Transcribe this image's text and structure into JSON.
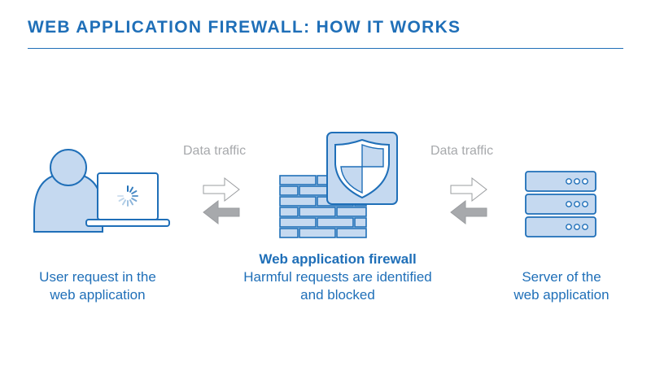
{
  "title": "WEB APPLICATION FIREWALL: HOW IT WORKS",
  "colors": {
    "accent": "#1f6fb8",
    "fill": "#c5d9f0",
    "gray": "#a7a9ac",
    "gray_dark": "#9a9c9f"
  },
  "traffic": {
    "left_label": "Data traffic",
    "right_label": "Data traffic"
  },
  "nodes": {
    "user": {
      "line1": "User request in the",
      "line2": "web application",
      "icons": [
        "user-icon",
        "laptop-icon",
        "loading-spinner-icon"
      ]
    },
    "firewall": {
      "heading": "Web application firewall",
      "line1": "Harmful requests are identified",
      "line2": "and blocked",
      "icons": [
        "brick-wall-icon",
        "shield-icon"
      ]
    },
    "server": {
      "line1": "Server of the",
      "line2": "web application",
      "icons": [
        "server-rack-icon"
      ]
    }
  }
}
